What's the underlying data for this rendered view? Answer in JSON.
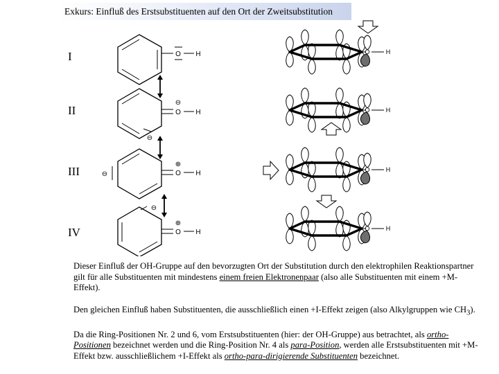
{
  "title": "Exkurs: Einfluß des Erstsubstituenten auf den Ort der Zweitsubstitution",
  "structures": [
    {
      "numeral": "I",
      "atoms": {
        "o": "O",
        "h": "H"
      }
    },
    {
      "numeral": "II",
      "atoms": {
        "o": "O",
        "h": "H",
        "charge_o": "⊖",
        "charge_ring": "⊖"
      }
    },
    {
      "numeral": "III",
      "atoms": {
        "o": "O",
        "h": "H",
        "charge_o": "⊕",
        "charge_ring": "⊖"
      }
    },
    {
      "numeral": "IV",
      "atoms": {
        "o": "O",
        "h": "H",
        "charge_o": "⊕",
        "charge_ring": "⊖"
      }
    }
  ],
  "orbital_models": [
    {
      "o": "O",
      "h": "H"
    },
    {
      "o": "O",
      "h": "H"
    },
    {
      "o": "O",
      "h": "H"
    },
    {
      "o": "O",
      "h": "H"
    }
  ],
  "text": {
    "p1": {
      "a": "Dieser Einfluß der OH-Gruppe auf den bevorzugten Ort der Substitution durch den elektrophilen Reaktionspartner gilt für alle Substituenten mit mindestens ",
      "b": "einem freien Elektronenpaar",
      "c": " (also alle Substituenten mit einem +M-Effekt)."
    },
    "p2": {
      "a": "Den gleichen Einfluß haben Substituenten, die ausschließlich einen +I-Effekt zeigen (also Alkylgruppen wie CH",
      "sub": "3",
      "c": ")."
    },
    "p3": {
      "a": "Da die Ring-Positionen Nr. 2 und 6, vom Erstsubstituenten (hier: der OH-Gruppe) aus betrachtet, als ",
      "b": "ortho-Positionen",
      "c": " bezeichnet werden und die Ring-Position Nr. 4 als ",
      "d": "para-Position",
      "e": ", werden alle Erstsubstituenten mit +M-Effekt bzw. ausschließlichem +I-Effekt als ",
      "f": "ortho-para-dirigierende Substituenten",
      "g": " bezeichnet."
    }
  }
}
